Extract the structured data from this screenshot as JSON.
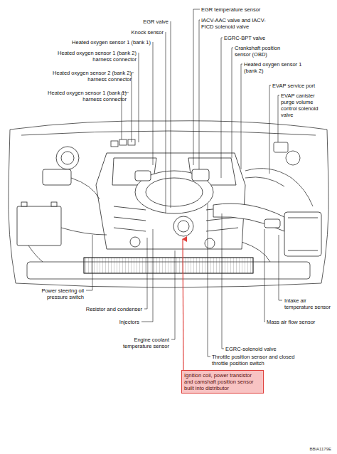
{
  "diagram": {
    "nodes": [
      {
        "text": [
          "Ignition coil, power transistor and camshaft position sensor built into distributor"
        ]
      }
    ],
    "labels": [
      "EGR temperature sensor",
      "EGR valve",
      "IACV-AAC valve and IACV-FICD solenoid valve",
      "Knock sensor",
      "EGRC-BPT valve",
      "Heated oxygen sensor 1 (bank 1)",
      "Crankshaft position sensor (OBD)",
      "Heated oxygen sensor 1 (bank 2) harness connector",
      "Heated oxygen sensor 1 (bank 2)",
      "Heated oxygen sensor 2 (bank 2) harness connector",
      "EVAP service port",
      "Heated oxygen sensor 1 (bank 1) harness connector",
      "EVAP canister purge volume control solenoid valve",
      "Power steering oil pressure switch",
      "Intake air temperature sensor",
      "Resistor and condenser",
      "Mass air flow sensor",
      "Injectors",
      "Engine coolant temperature sensor",
      "EGRC-solenoid valve",
      "Throttle position sensor and closed throttle position switch",
      "BBIA1179E"
    ]
  }
}
